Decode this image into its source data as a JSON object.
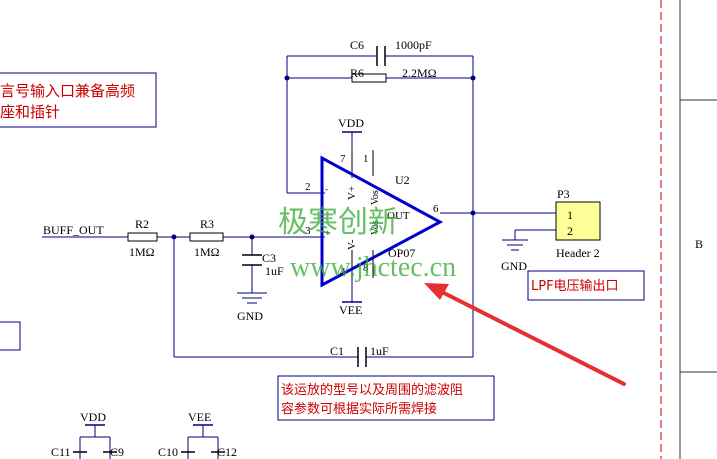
{
  "colors": {
    "wire": "#000080",
    "component": "#000000",
    "label_red": "#cc0000",
    "opamp": "#0000cc",
    "annotation_border": "#000080",
    "connector_fill": "#ffff99",
    "watermark": "#33aa33",
    "arrow": "#e53030",
    "sheet_border": "#cc0000"
  },
  "notes": {
    "top_left_line1": "言号输入口兼备高频",
    "top_left_line2": "座和插针",
    "lpf_output": "LPF电压输出口",
    "opamp_note_line1": "该运放的型号以及周围的滤波阻",
    "opamp_note_line2": "容参数可根据实际所需焊接"
  },
  "watermark": {
    "line1": "极寒创新",
    "line2": "www.jhctec.cn"
  },
  "net_labels": {
    "buff_out": "BUFF_OUT"
  },
  "components": {
    "c6": {
      "ref": "C6",
      "value": "1000pF"
    },
    "r6": {
      "ref": "R6",
      "value": "2.2MΩ"
    },
    "r2": {
      "ref": "R2",
      "value": "1MΩ"
    },
    "r3": {
      "ref": "R3",
      "value": "1MΩ"
    },
    "c3": {
      "ref": "C3",
      "value": "1uF"
    },
    "c1": {
      "ref": "C1",
      "value": "1uF"
    },
    "u2": {
      "ref": "U2",
      "part": "OP07",
      "out_label": "OUT",
      "vplus": "V+",
      "vminus": "V-",
      "vos1": "Vos",
      "vos2": "Vos",
      "pin_labels": {
        "in_minus_pin": "2",
        "in_plus_pin": "3",
        "vplus_pin": "7",
        "vminus_pin": "4",
        "vos_pin": "1",
        "vos2_pin": "8",
        "out_pin": "6"
      }
    },
    "p3": {
      "ref": "P3",
      "name": "Header 2",
      "pin1": "1",
      "pin2": "2"
    },
    "c11": {
      "ref": "C11"
    },
    "c9": {
      "ref": "C9"
    },
    "c10": {
      "ref": "C10"
    },
    "c12": {
      "ref": "C12"
    }
  },
  "power": {
    "vdd_top": "VDD",
    "vee_bottom": "VEE",
    "gnd_c3": "GND",
    "gnd_p3": "GND",
    "vdd_bottom": "VDD",
    "vee_bottom_left": "VEE"
  },
  "sheet": {
    "zone_label": "B"
  }
}
